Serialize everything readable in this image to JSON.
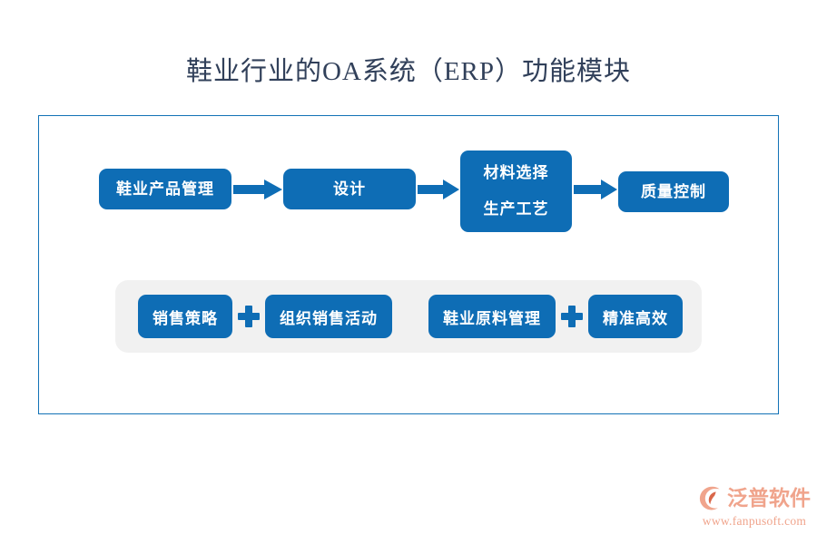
{
  "title": "鞋业行业的OA系统（ERP）功能模块",
  "colors": {
    "box_blue": "#0e6db5",
    "frame_border": "#1272b6",
    "title_text": "#31405a",
    "band_gray": "#f1f1f1",
    "logo_salmon": "#f0a48c",
    "box_text": "#ffffff"
  },
  "process_flow": {
    "boxes": [
      {
        "id": "product",
        "lines": [
          "鞋业产品管理"
        ]
      },
      {
        "id": "design",
        "lines": [
          "设计"
        ]
      },
      {
        "id": "material",
        "lines": [
          "材料选择",
          "生产工艺"
        ]
      },
      {
        "id": "quality",
        "lines": [
          "质量控制"
        ]
      }
    ],
    "arrows": [
      {
        "id": "arrow-1",
        "direction": "right",
        "from": "product",
        "to": "design"
      },
      {
        "id": "arrow-2",
        "direction": "right",
        "from": "design",
        "to": "material"
      },
      {
        "id": "arrow-3",
        "direction": "right",
        "from": "material",
        "to": "quality"
      }
    ]
  },
  "support_band": {
    "groups": [
      {
        "id": "sales",
        "left_label": "销售策略",
        "operator": "+",
        "right_label": "组织销售活动"
      },
      {
        "id": "supply",
        "left_label": "鞋业原料管理",
        "operator": "+",
        "right_label": "精准高效"
      }
    ]
  },
  "brand": {
    "name": "泛普软件",
    "url": "www.fanpusoft.com"
  }
}
